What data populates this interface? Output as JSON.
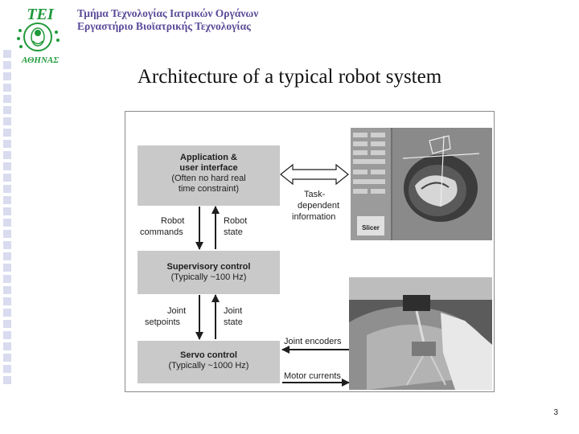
{
  "header": {
    "line1": "Τμήμα Τεχνολογίας Ιατρικών Οργάνων",
    "line2": "Εργαστήριο Βιοϊατρικής Τεχνολογίας",
    "logo_text": "ΤΕΙ",
    "logo_subtext": "ΑΘΗΝΑΣ"
  },
  "title": "Architecture of a typical robot system",
  "diagram": {
    "app_box": {
      "title_line1": "Application &",
      "title_line2": "user interface",
      "sub_line1": "(Often no hard real",
      "sub_line2": "time constraint)"
    },
    "supervisory_box": {
      "title": "Supervisory control",
      "sub": "(Typically ~100 Hz)"
    },
    "servo_box": {
      "title": "Servo control",
      "sub": "(Typically ~1000 Hz)"
    },
    "labels": {
      "robot_commands_1": "Robot",
      "robot_commands_2": "commands",
      "robot_state_1": "Robot",
      "robot_state_2": "state",
      "joint_setpoints_1": "Joint",
      "joint_setpoints_2": "setpoints",
      "joint_state_1": "Joint",
      "joint_state_2": "state",
      "task_dependent_1": "Task-",
      "task_dependent_2": "dependent",
      "task_dependent_3": "information",
      "joint_encoders": "Joint encoders",
      "motor_currents": "Motor currents",
      "slicer_logo": "Slicer"
    }
  },
  "page_number": "3",
  "colors": {
    "header_text": "#5a4a98",
    "strip_squares": "#d9dcef",
    "box_fill": "#c9c9c9",
    "logo_green": "#1f9a3a"
  }
}
